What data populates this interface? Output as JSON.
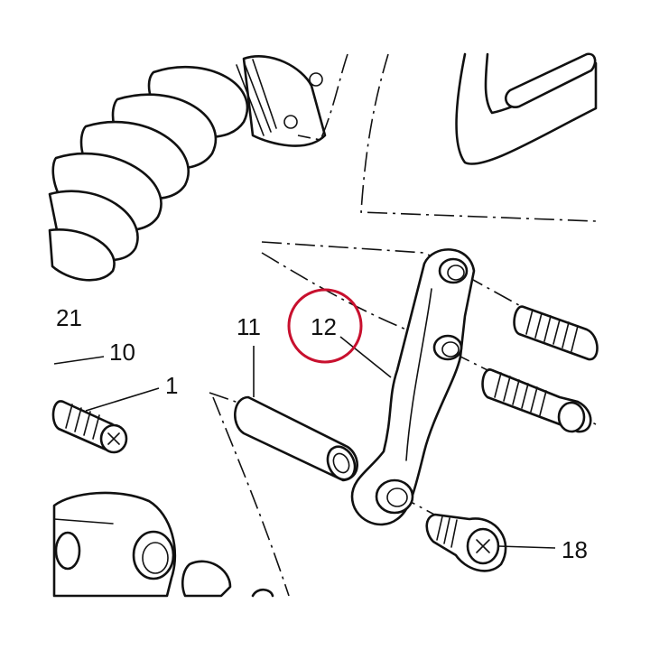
{
  "callouts": [
    {
      "id": "21",
      "text": "21"
    },
    {
      "id": "10",
      "text": "10"
    },
    {
      "id": "1",
      "text": "1"
    },
    {
      "id": "11",
      "text": "11"
    },
    {
      "id": "12",
      "text": "12"
    },
    {
      "id": "18",
      "text": "18"
    }
  ],
  "highlight": {
    "callout": "12",
    "color": "#c8102e"
  }
}
